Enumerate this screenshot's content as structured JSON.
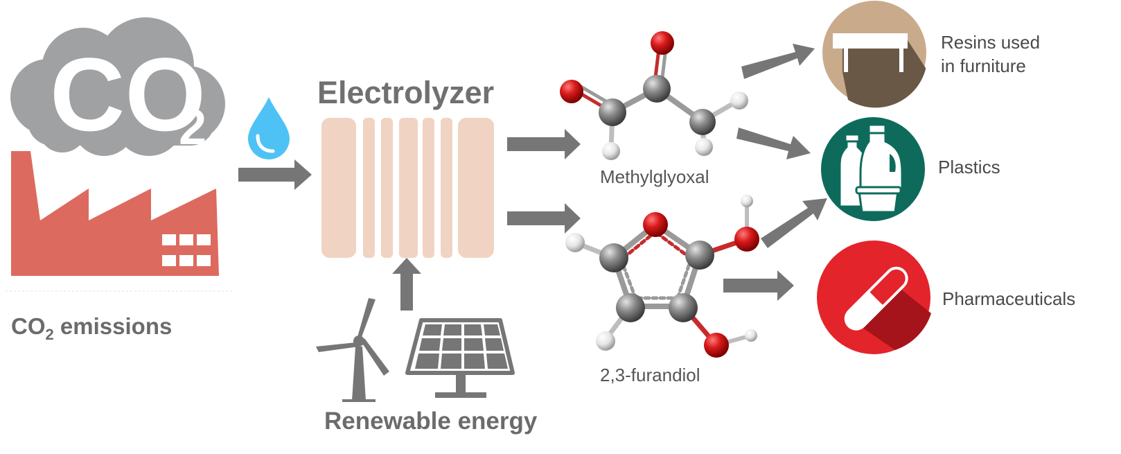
{
  "left": {
    "cloud_text_main": "CO",
    "cloud_text_sub": "2",
    "caption_main": "CO",
    "caption_sub": "2",
    "caption_rest": " emissions"
  },
  "electrolyzer": {
    "title": "Electrolyzer"
  },
  "energy": {
    "title": "Renewable energy"
  },
  "molecules": [
    {
      "name": "Methylglyoxal"
    },
    {
      "name": "2,3-furandiol"
    }
  ],
  "products": [
    {
      "line1": "Resins used",
      "line2": "in furniture"
    },
    {
      "line1": "Plastics"
    },
    {
      "line1": "Pharmaceuticals"
    }
  ],
  "colors": {
    "factory": "#dd6a5e",
    "cloud": "#a0a1a3",
    "arrow": "#767676",
    "droplet": "#4fc2f5",
    "electrolyzer_plate": "#f0d3c2",
    "oxygen": "#d71a1a",
    "carbon": "#8c8c8c",
    "hydrogen": "#e9e9e9",
    "resins_bg": "#c9ab8c",
    "plastics_bg": "#0e6b5c",
    "pharma_bg": "#e3242b"
  },
  "icons": [
    "co2-cloud-icon",
    "factory-icon",
    "water-drop-icon",
    "wind-turbine-icon",
    "solar-panel-icon",
    "table-icon",
    "bottles-icon",
    "pill-icon"
  ]
}
